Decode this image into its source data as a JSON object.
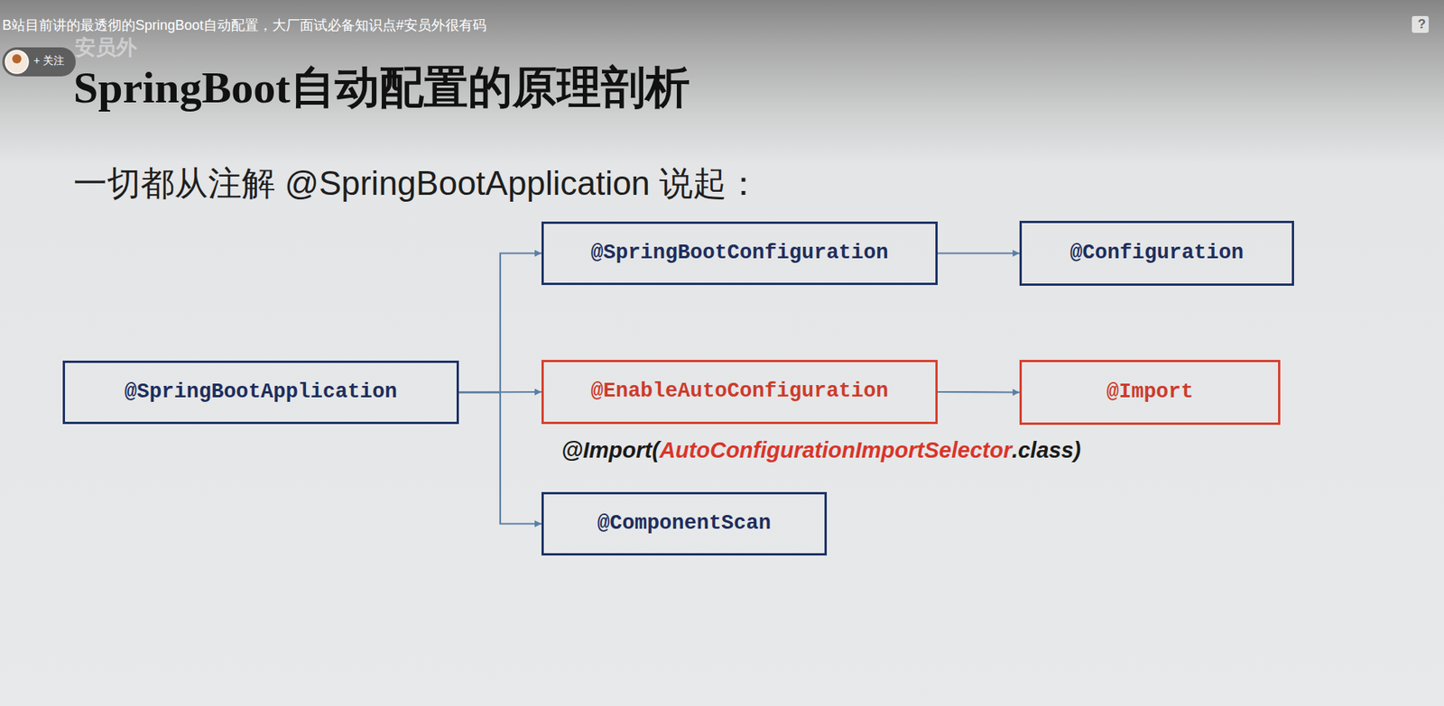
{
  "diagram": {
    "title": "SpringBoot自动配置的原理剖析",
    "nodes": [
      {
        "text": [
          "@SpringBootApplication"
        ]
      },
      {
        "text": [
          "@SpringBootConfiguration"
        ]
      },
      {
        "text": [
          "@Configuration"
        ]
      },
      {
        "text": [
          "@EnableAutoConfiguration"
        ]
      },
      {
        "text": [
          "@Import"
        ]
      },
      {
        "text": [
          "@ComponentScan"
        ]
      }
    ],
    "edges": [
      {
        "from": 0,
        "to": 1,
        "arrow": "to"
      },
      {
        "from": 0,
        "to": 3,
        "arrow": "to"
      },
      {
        "from": 0,
        "to": 5,
        "arrow": "to"
      },
      {
        "from": 1,
        "to": 2,
        "arrow": "to"
      },
      {
        "from": 3,
        "to": 4,
        "arrow": "to"
      }
    ],
    "labels": [
      "B站目前讲的最透彻的SpringBoot自动配置，大厂面试必备知识点#安员外很有码",
      "+ 关注",
      "安员外",
      "?",
      "一切都从注解 @SpringBootApplication 说起：",
      "@Import(",
      "AutoConfigurationImportSelector",
      ".class)"
    ]
  }
}
